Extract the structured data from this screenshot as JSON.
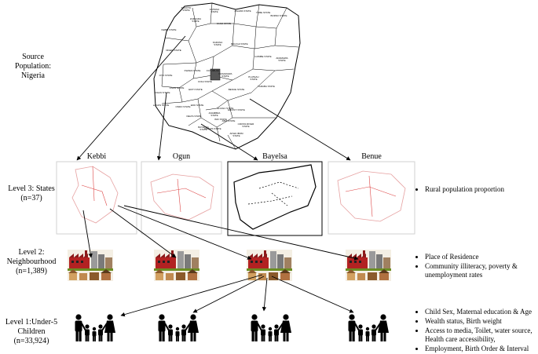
{
  "source": {
    "label_lines": [
      "Source",
      "Population:",
      "Nigeria"
    ]
  },
  "levels": {
    "level3": {
      "lines": [
        "Level 3: States",
        "(n=37)"
      ]
    },
    "level2": {
      "lines": [
        "Level 2:",
        "Neighbourhood",
        "(n=1,389)"
      ]
    },
    "level1": {
      "lines": [
        "Level 1:Under-5",
        "Children",
        "(n=33,924)"
      ]
    }
  },
  "states": [
    "Kebbi",
    "Ogun",
    "Bayelsa",
    "Benue"
  ],
  "map_state_labels": [
    "SOKOTO STATE",
    "ZAMFARA STATE",
    "KATSINA STATE",
    "KANO STATE",
    "JIGAWA STATE",
    "YOBE STATE",
    "BORNO STATE",
    "KEBBI STATE",
    "KADUNA STATE",
    "BAUCHI STATE",
    "GOMBE STATE",
    "ADAMAWA STATE",
    "NIGER STATE",
    "FCT ABUJA",
    "NASARAWA STATE",
    "PLATEAU STATE",
    "KWARA STATE",
    "OYO STATE",
    "OSUN STATE",
    "EKITI STATE",
    "KOGI STATE",
    "BENUE STATE",
    "TARABA STATE",
    "OGUN STATE",
    "ONDO STATE",
    "EDO STATE",
    "DELTA STATE",
    "BAYELSA STATE",
    "RIVERS STATE",
    "IMO STATE",
    "ABIA STATE",
    "ENUGU STATE",
    "EBONYI STATE",
    "CROSS RIVER STATE",
    "AKWA IBOM STATE",
    "ANAMBRA STATE",
    "LAGOS STATE"
  ],
  "factors": {
    "level3": [
      "Rural population proportion"
    ],
    "level2": [
      "Place of Residence",
      "Community illiteracy, poverty & unemployment rates"
    ],
    "level1": [
      "Child Sex, Maternal education & Age",
      "Wealth status, Birth weight",
      "Access to media, Toilet, water source, Health care accessibility,",
      "Employment, Birth Order & Interval"
    ]
  },
  "colors": {
    "accent_red": "#cc2222",
    "building_brown": "#8b5a2b",
    "line": "#000000",
    "fct_fill": "#555555"
  }
}
